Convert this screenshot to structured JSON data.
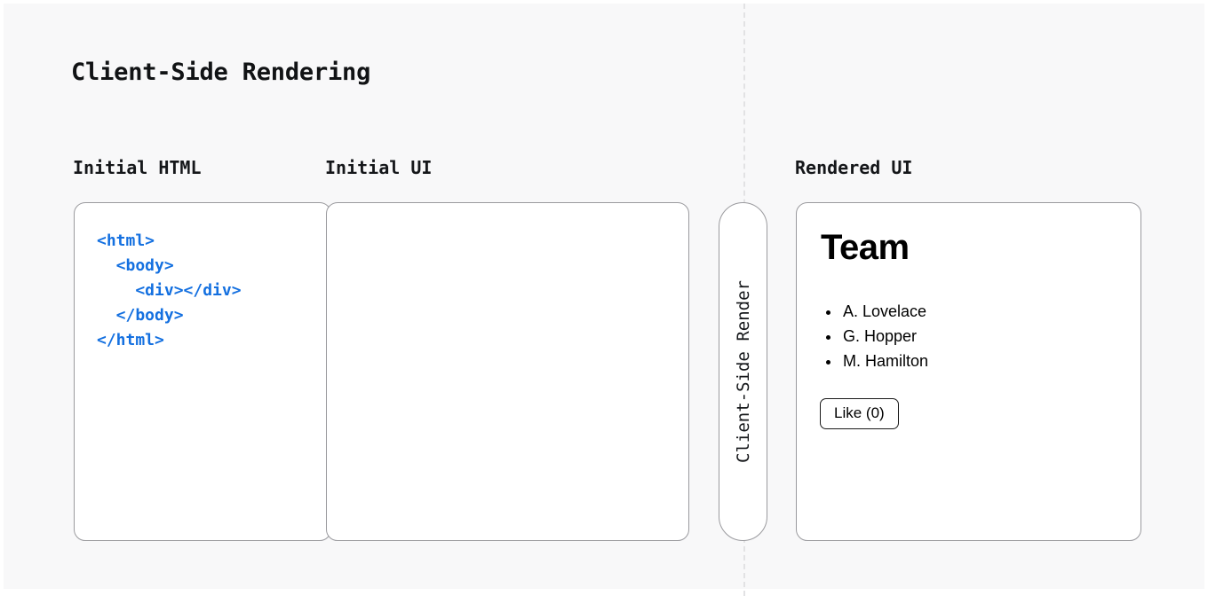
{
  "title": "Client-Side Rendering",
  "divider": {
    "name": "client-server-divider",
    "color": "#e2e2e4",
    "style": "dashed"
  },
  "columns": {
    "initial_html_caption": "Initial HTML",
    "initial_ui_caption": "Initial UI",
    "rendered_ui_caption": "Rendered UI"
  },
  "code_panel": {
    "code": "<html>\n  <body>\n    <div></div>\n  </body>\n</html>",
    "code_color": "#1470e0"
  },
  "initial_ui_panel": {
    "content": ""
  },
  "render_step": {
    "label": "Client-Side Render",
    "orientation": "vertical"
  },
  "rendered_ui_panel": {
    "heading": "Team",
    "list_items": [
      "A. Lovelace",
      "G. Hopper",
      "M. Hamilton"
    ],
    "button_label": "Like (0)"
  },
  "theme": {
    "page_background": "#ffffff",
    "canvas_background": "#f8f8f9",
    "panel_border": "#9a9a9e",
    "panel_background": "#ffffff",
    "text_color": "#15171a"
  }
}
